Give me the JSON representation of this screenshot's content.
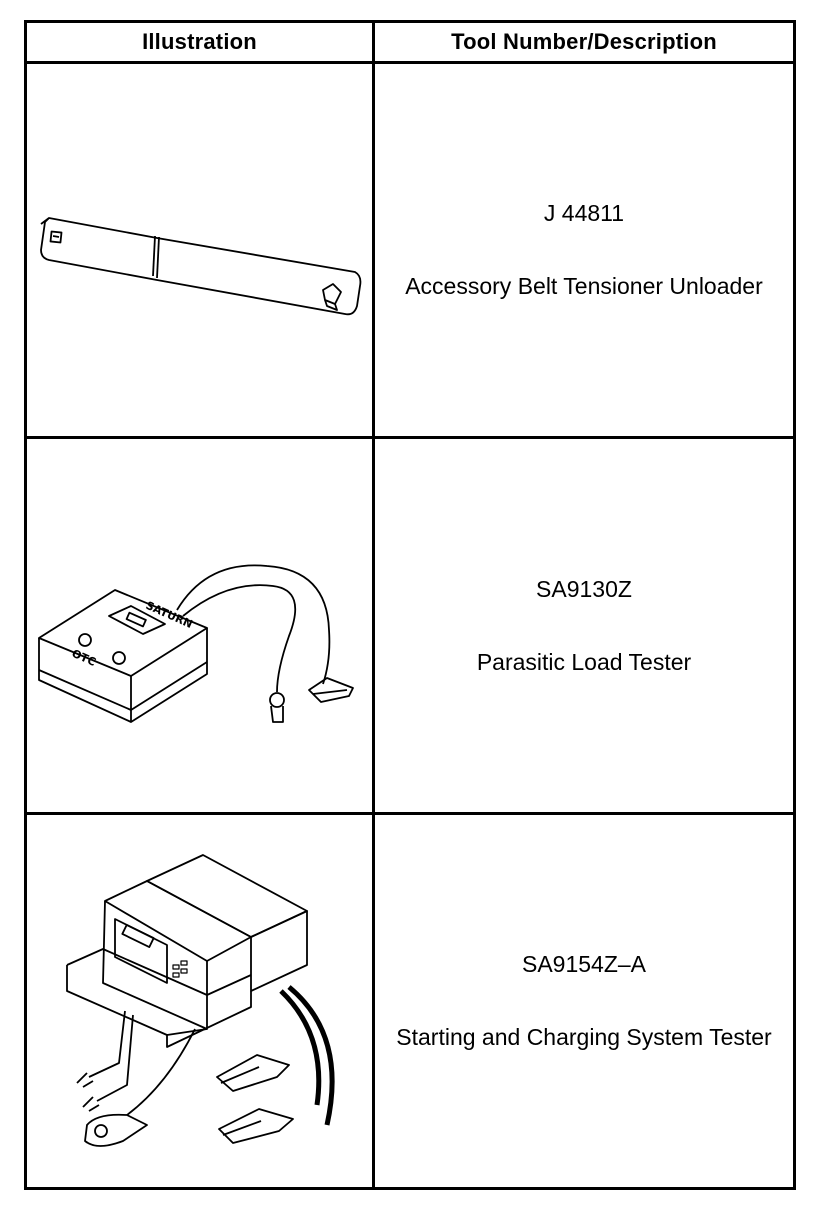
{
  "header": {
    "illustration": "Illustration",
    "tool_number_description": "Tool Number/Description"
  },
  "tools": [
    {
      "number": "J 44811",
      "description": "Accessory Belt Tensioner Unloader",
      "icon": "tensioner-unloader-bar-icon"
    },
    {
      "number": "SA9130Z",
      "description": "Parasitic Load Tester",
      "icon": "parasitic-load-tester-icon",
      "device_labels": [
        "SATURN",
        "OTC"
      ]
    },
    {
      "number": "SA9154Z–A",
      "description": "Starting and Charging System Tester",
      "icon": "charging-system-tester-icon"
    }
  ]
}
